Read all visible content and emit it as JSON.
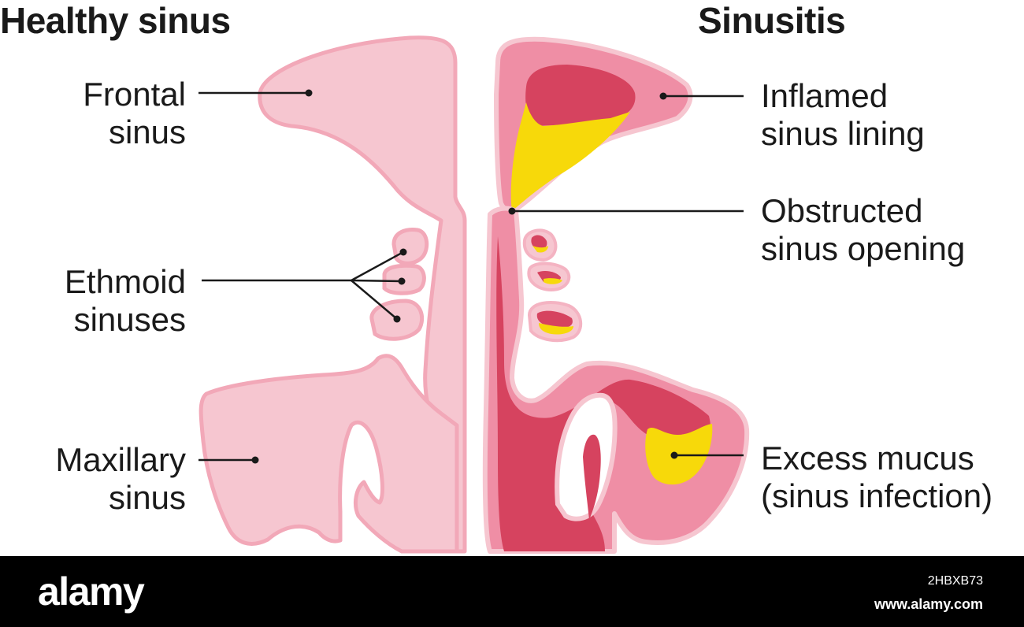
{
  "titles": {
    "healthy": "Healthy sinus",
    "sinusitis": "Sinusitis"
  },
  "labels": {
    "frontal": [
      "Frontal",
      "sinus"
    ],
    "ethmoid": [
      "Ethmoid",
      "sinuses"
    ],
    "maxillary": [
      "Maxillary",
      "sinus"
    ],
    "inflamed": [
      "Inflamed",
      "sinus lining"
    ],
    "obstructed": [
      "Obstructed",
      "sinus opening"
    ],
    "mucus": [
      "Excess mucus",
      "(sinus infection)"
    ]
  },
  "colors": {
    "healthy_fill": "#f6c6d0",
    "healthy_outline": "#f2a8b8",
    "lining": "#ef8ea5",
    "inflamed": "#d6435f",
    "mucus": "#f7d90a",
    "text": "#1a1a1a",
    "footer_bg": "#000000"
  },
  "footer": {
    "brand": "alamy",
    "image_id": "2HBXB73",
    "url": "www.alamy.com"
  }
}
